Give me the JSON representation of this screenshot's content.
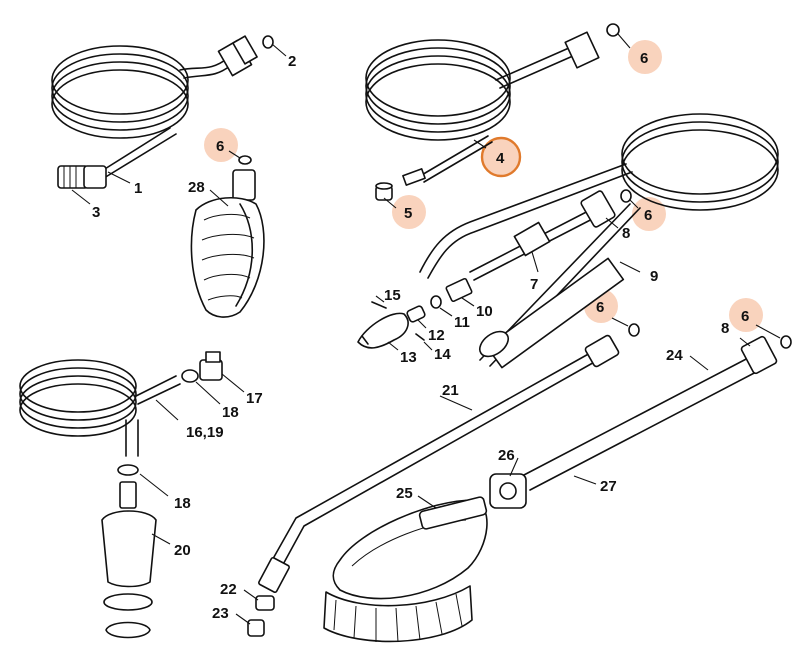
{
  "diagram": {
    "labels": {
      "p1": "1",
      "p2": "2",
      "p3": "3",
      "p4": "4",
      "p5": "5",
      "p6a": "6",
      "p6b": "6",
      "p6c": "6",
      "p6d": "6",
      "p6e": "6",
      "p7": "7",
      "p8a": "8",
      "p8b": "8",
      "p9": "9",
      "p10": "10",
      "p11": "11",
      "p12": "12",
      "p13": "13",
      "p14": "14",
      "p15": "15",
      "p16_19": "16,19",
      "p17": "17",
      "p18a": "18",
      "p18b": "18",
      "p20": "20",
      "p21": "21",
      "p22": "22",
      "p23": "23",
      "p24": "24",
      "p25": "25",
      "p26": "26",
      "p27": "27",
      "p28": "28"
    },
    "highlight_color": "#f9d3bd",
    "ring_color": "#e07a2c"
  }
}
